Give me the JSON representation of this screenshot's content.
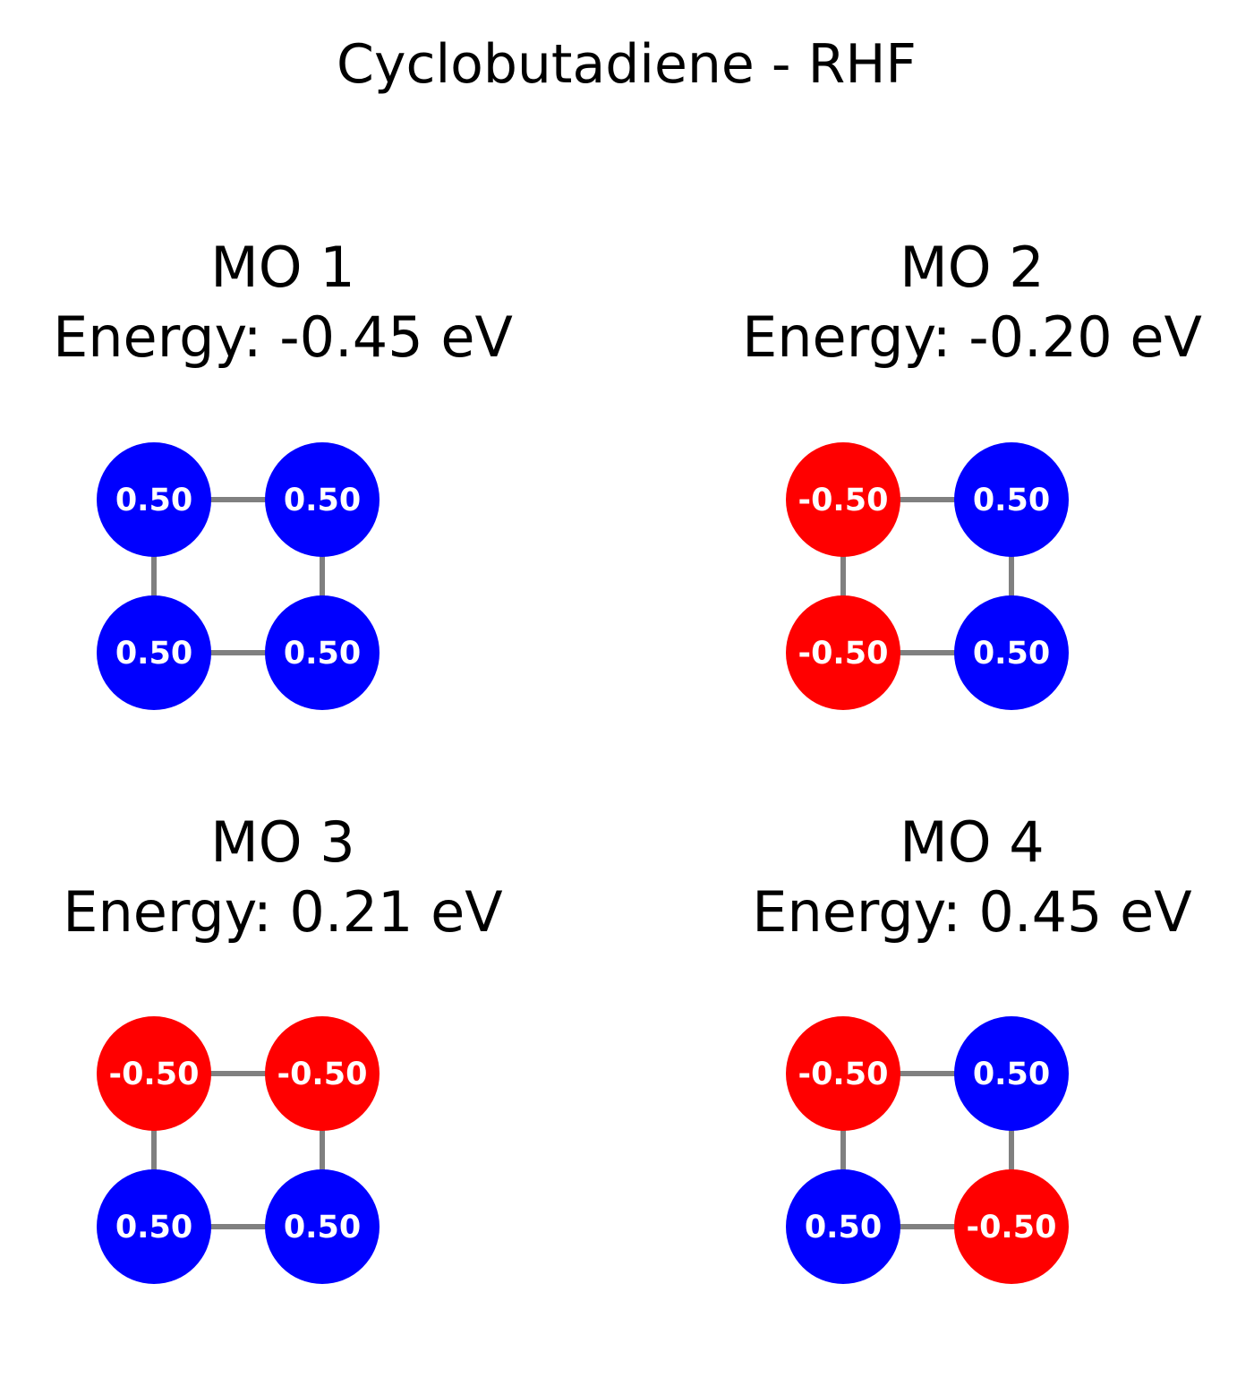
{
  "title": "Cyclobutadiene - RHF",
  "colors": {
    "positive": "#0000ff",
    "negative": "#ff0000",
    "bond": "#808080",
    "label": "#ffffff"
  },
  "orbitals": [
    {
      "name": "MO 1",
      "energy_label": "Energy: -0.45 eV",
      "coefficients": [
        0.5,
        0.5,
        0.5,
        0.5
      ],
      "coefficient_labels": [
        "0.50",
        "0.50",
        "0.50",
        "0.50"
      ]
    },
    {
      "name": "MO 2",
      "energy_label": "Energy: -0.20 eV",
      "coefficients": [
        -0.5,
        0.5,
        -0.5,
        0.5
      ],
      "coefficient_labels": [
        "-0.50",
        "0.50",
        "-0.50",
        "0.50"
      ]
    },
    {
      "name": "MO 3",
      "energy_label": "Energy: 0.21 eV",
      "coefficients": [
        -0.5,
        -0.5,
        0.5,
        0.5
      ],
      "coefficient_labels": [
        "-0.50",
        "-0.50",
        "0.50",
        "0.50"
      ]
    },
    {
      "name": "MO 4",
      "energy_label": "Energy: 0.45 eV",
      "coefficients": [
        -0.5,
        0.5,
        0.5,
        -0.5
      ],
      "coefficient_labels": [
        "-0.50",
        "0.50",
        "0.50",
        "-0.50"
      ]
    }
  ]
}
